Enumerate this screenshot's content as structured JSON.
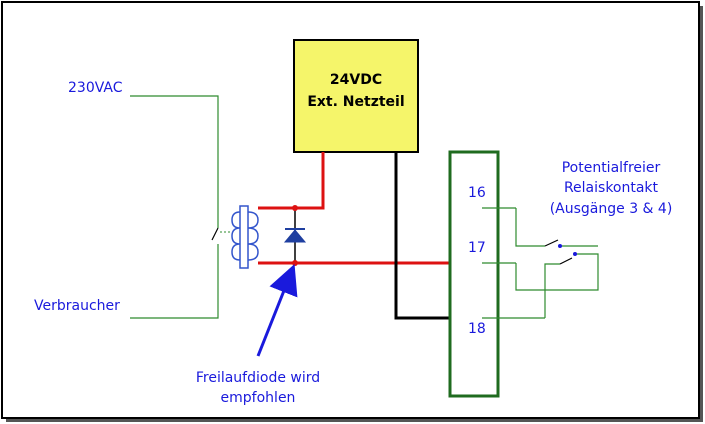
{
  "labels": {
    "supply": "230VAC",
    "load": "Verbraucher",
    "psu_line1": "24VDC",
    "psu_line2": "Ext. Netzteil",
    "contact_line1": "Potentialfreier",
    "contact_line2": "Relaiskontakt",
    "contact_line3": "(Ausgänge 3 & 4)",
    "diode_line1": "Freilaufdiode wird",
    "diode_line2": "empfohlen",
    "terminal_16": "16",
    "terminal_17": "17",
    "terminal_18": "18"
  },
  "colors": {
    "label_text": "#1a1adc",
    "psu_fill": "#f5f56a",
    "wire_power": "#dd1111",
    "wire_ground": "#000000",
    "wire_control": "#2e8b2e",
    "terminal_block": "#1f6b1f",
    "relay_coil": "#3355cc",
    "arrow": "#1a1adc",
    "frame": "#000000"
  }
}
